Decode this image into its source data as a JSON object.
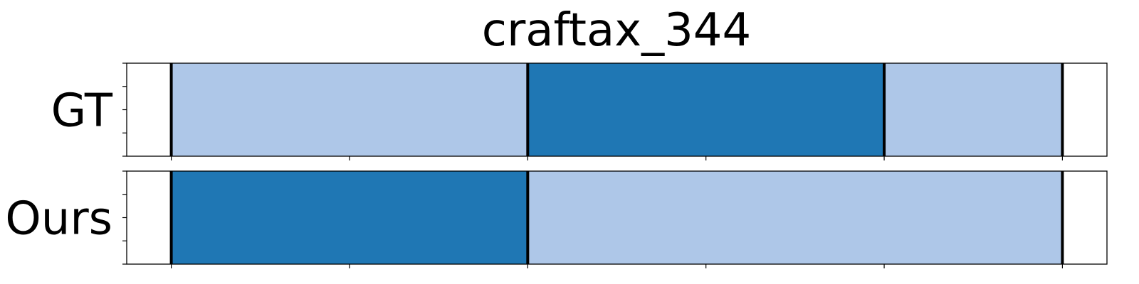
{
  "chart_data": {
    "type": "segment-timeline",
    "title": "craftax_344",
    "x_range": [
      0,
      5.5
    ],
    "rows": [
      {
        "label": "GT",
        "segments": [
          {
            "start": 0.25,
            "end": 2.25,
            "color": "#aec7e8"
          },
          {
            "start": 2.25,
            "end": 4.25,
            "color": "#1f77b4"
          },
          {
            "start": 4.25,
            "end": 5.25,
            "color": "#aec7e8"
          }
        ],
        "boundaries": [
          0.25,
          2.25,
          4.25,
          5.25
        ]
      },
      {
        "label": "Ours",
        "segments": [
          {
            "start": 0.25,
            "end": 2.25,
            "color": "#1f77b4"
          },
          {
            "start": 2.25,
            "end": 5.25,
            "color": "#aec7e8"
          }
        ],
        "boundaries": [
          0.25,
          2.25,
          5.25
        ]
      }
    ],
    "x_ticks": [
      0.25,
      1.25,
      2.25,
      3.25,
      4.25,
      5.25
    ],
    "y_tick_count": 5,
    "tick_labels_shown": false,
    "grid": false
  }
}
